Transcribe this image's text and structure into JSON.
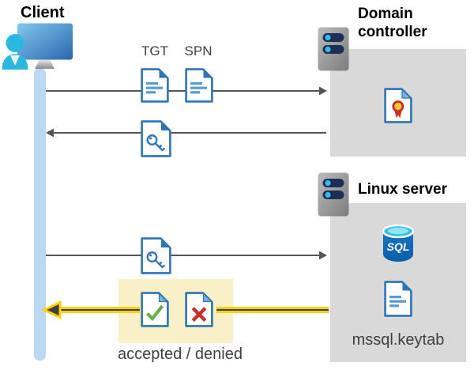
{
  "nodes": {
    "client": {
      "label": "Client"
    },
    "domain_controller": {
      "label": "Domain controller"
    },
    "linux_server": {
      "label": "Linux server"
    }
  },
  "labels": {
    "tgt": "TGT",
    "spn": "SPN",
    "sql": "SQL",
    "keytab": "mssql.keytab",
    "result": "accepted / denied"
  },
  "icons": {
    "client": "monitor-with-user-icon",
    "domain_controller": "server-rack-icon",
    "linux_server": "server-rack-icon",
    "ticket": "document-icon",
    "service_ticket": "key-document-icon",
    "certificate": "certificate-document-icon",
    "database": "sql-database-icon",
    "accepted": "check-document-icon",
    "denied": "x-document-icon"
  },
  "colors": {
    "doc-blue": "#2E74B5",
    "doc-line-blue": "#5B9BD5",
    "fold-light-blue": "#7FAFDC",
    "timeline-blue": "#BDD8F2",
    "box-gray": "#D9D9D9",
    "arrow-gray": "#555555",
    "highlight-yellow": "#FAF0C8",
    "arrow-yellow": "#FFD100",
    "arrow-dark": "#3F3F3F",
    "check-green": "#6EAE46",
    "denied-red": "#C23026",
    "server-stripe-navy": "#1E2F55",
    "server-dot-cyan": "#38BDE8",
    "person-cyan": "#2BB8E0",
    "cert-ribbon-red": "#CB2D20",
    "cert-seal-yellow": "#FFC933",
    "label-dark": "#404040",
    "title-black": "#000000"
  }
}
